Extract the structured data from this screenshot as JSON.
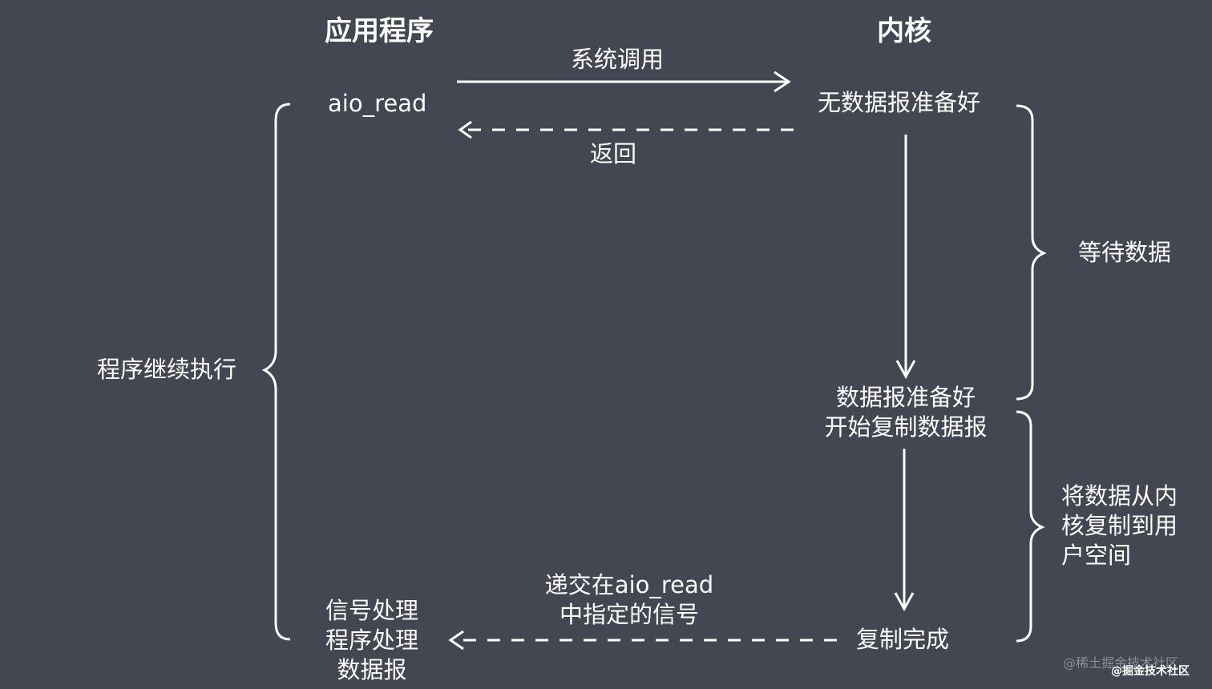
{
  "headers": {
    "app": "应用程序",
    "kernel": "内核"
  },
  "steps": {
    "syscall": "系统调用",
    "aio_read": "aio_read",
    "return": "返回",
    "no_data": "无数据报准备好",
    "data_ready_line1": "数据报准备好",
    "data_ready_line2": "开始复制数据报",
    "copy_done": "复制完成",
    "deliver_line1": "递交在aio_read",
    "deliver_line2": "中指定的信号",
    "signal_line1": "信号处理",
    "signal_line2": "程序处理",
    "signal_line3": "数据报"
  },
  "phases": {
    "continue": "程序继续执行",
    "wait": "等待数据",
    "copy_line1": "将数据从内",
    "copy_line2": "核复制到用",
    "copy_line3": "户空间"
  },
  "watermark": {
    "text": "@稀土掘金技术社区",
    "text2": "@掘金技术社区"
  },
  "colors": {
    "background": "#434752",
    "foreground": "#ffffff"
  }
}
